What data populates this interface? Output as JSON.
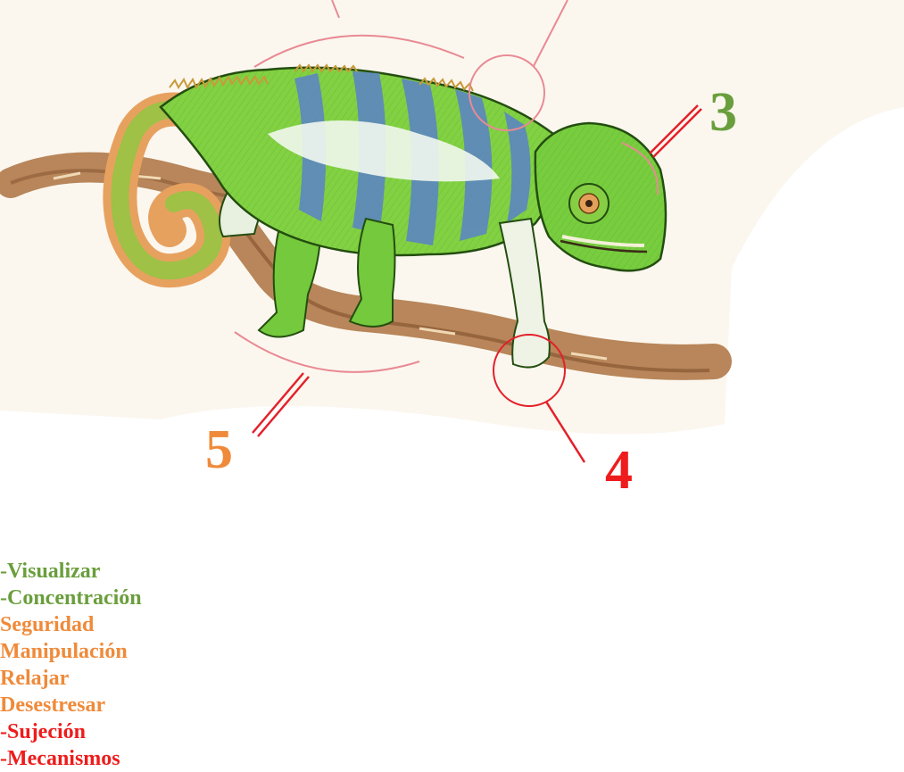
{
  "colors": {
    "green_label": "#6a9e3c",
    "red_label": "#ee1c1c",
    "orange_label": "#ef8a3a",
    "callout_red": "#e4202a",
    "callout_pink": "#e98a93",
    "paper": "#fbf7ef"
  },
  "callouts": {
    "c3": {
      "number": "3",
      "items": [
        "-Visualizar",
        "-Concentración"
      ]
    },
    "c4": {
      "number": "4",
      "items": [
        "-Sujeción",
        "-Mecanismos"
      ]
    },
    "c5": {
      "number": "5",
      "items": [
        "Seguridad",
        "Manipulación",
        "Relajar",
        "Desestresar"
      ]
    }
  }
}
